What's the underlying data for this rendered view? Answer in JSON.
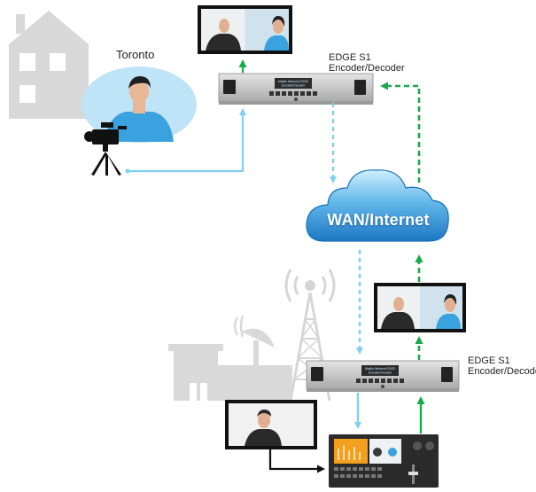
{
  "labels": {
    "location": "Toronto",
    "device_top_name": "EDGE S1",
    "device_top_sub": "Encoder/Decoder",
    "device_bottom_name": "EDGE S1",
    "device_bottom_sub": "Encoder/Decoder",
    "network": "WAN/Internet"
  },
  "device_screen": {
    "line1": "Makito Network EDGE",
    "line2": "Encoder/Decoder"
  },
  "colors": {
    "arrow_blue": "#7fd0ee",
    "arrow_green": "#1aa84c",
    "arrow_black": "#111111",
    "cloud_top": "#bfe6fb",
    "cloud_bottom": "#2a8fd4",
    "building_gray": "#d9d9d9",
    "device_body": "#c9c9c9"
  },
  "icons": {
    "house": "house-icon",
    "tower": "radio-tower-icon",
    "studio": "studio-building-icon",
    "camera": "video-camera-icon",
    "switcher": "production-switcher-icon"
  }
}
